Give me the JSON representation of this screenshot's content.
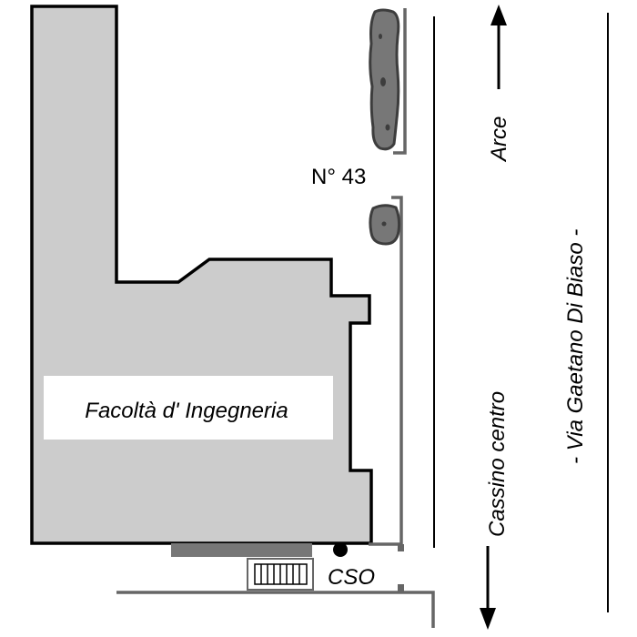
{
  "labels": {
    "building": "Facoltà d' Ingegneria",
    "number": "N° 43",
    "north_direction": "Arce",
    "south_direction": "Cassino centro",
    "street": "- Via Gaetano Di Biaso -",
    "marker": "CSO"
  },
  "colors": {
    "building_fill": "#cccccc",
    "outline": "#000000",
    "wall": "#666666",
    "hedge_fill": "#777777",
    "hedge_dark": "#3d3d3d",
    "label_box": "#ffffff"
  }
}
